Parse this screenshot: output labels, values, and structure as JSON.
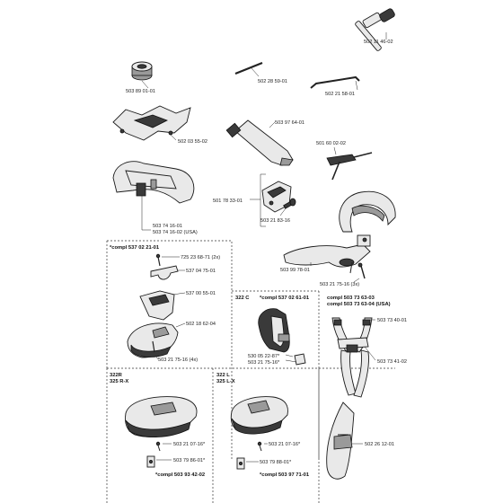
{
  "parts": {
    "p502_11_46_02": "502 11 46-02",
    "p503_89_01_01": "503 89 01-01",
    "p502_28_59_01": "502 28 59-01",
    "p502_21_58_01": "502 21 58-01",
    "p503_97_64_01": "503 97 64-01",
    "p502_03_55_02": "502 03 55-02",
    "p501_60_02_02": "501 60 02-02",
    "p501_78_33_01": "501 78 33-01",
    "p503_21_83_16": "503 21 83-16",
    "p503_74_16_01": "503 74 16-01",
    "p503_74_16_02": "503 74 16-02 (USA)",
    "p503_99_78_01": "503 99 78-01",
    "p503_21_75_16_3x": "503 21 75-16 (3x)"
  },
  "kit_left": {
    "compl": "*compl 537 02 21-01",
    "p725_23_68_71": "725 23 68-71 (2x)",
    "p537_04_75_01": "537 04 75-01",
    "p537_00_55_01": "537 00 55-01",
    "p502_18_62_04": "502 18 62-04",
    "p503_21_75_16_4x": "503 21 75-16 (4x)"
  },
  "kit_322c": {
    "model": "322 C",
    "compl": "*compl 537 02 61-01",
    "p530_05_22_87": "530 05 22-87*",
    "p503_21_75_16": "503 21 75-16*"
  },
  "kit_harness": {
    "compl_1": "compl 503 73 63-03",
    "compl_2": "compl 503 73 63-04 (USA)",
    "p503_73_40_01": "503 73 40-01",
    "p503_73_41_02": "503 73 41-02",
    "p502_26_12_01": "502 26 12-01"
  },
  "kit_322r": {
    "model_1": "322R",
    "model_2": "325 R-X",
    "p503_21_07_16": "503 21 07-16*",
    "p503_79_86_01": "503 79 86-01*",
    "compl": "*compl 503 93 42-02"
  },
  "kit_322l": {
    "model_1": "322 L",
    "model_2": "325 L-X",
    "p503_21_07_16": "503 21 07-16*",
    "p503_79_88_01": "503 79 88-01*",
    "compl": "*compl 503 97 71-01"
  }
}
